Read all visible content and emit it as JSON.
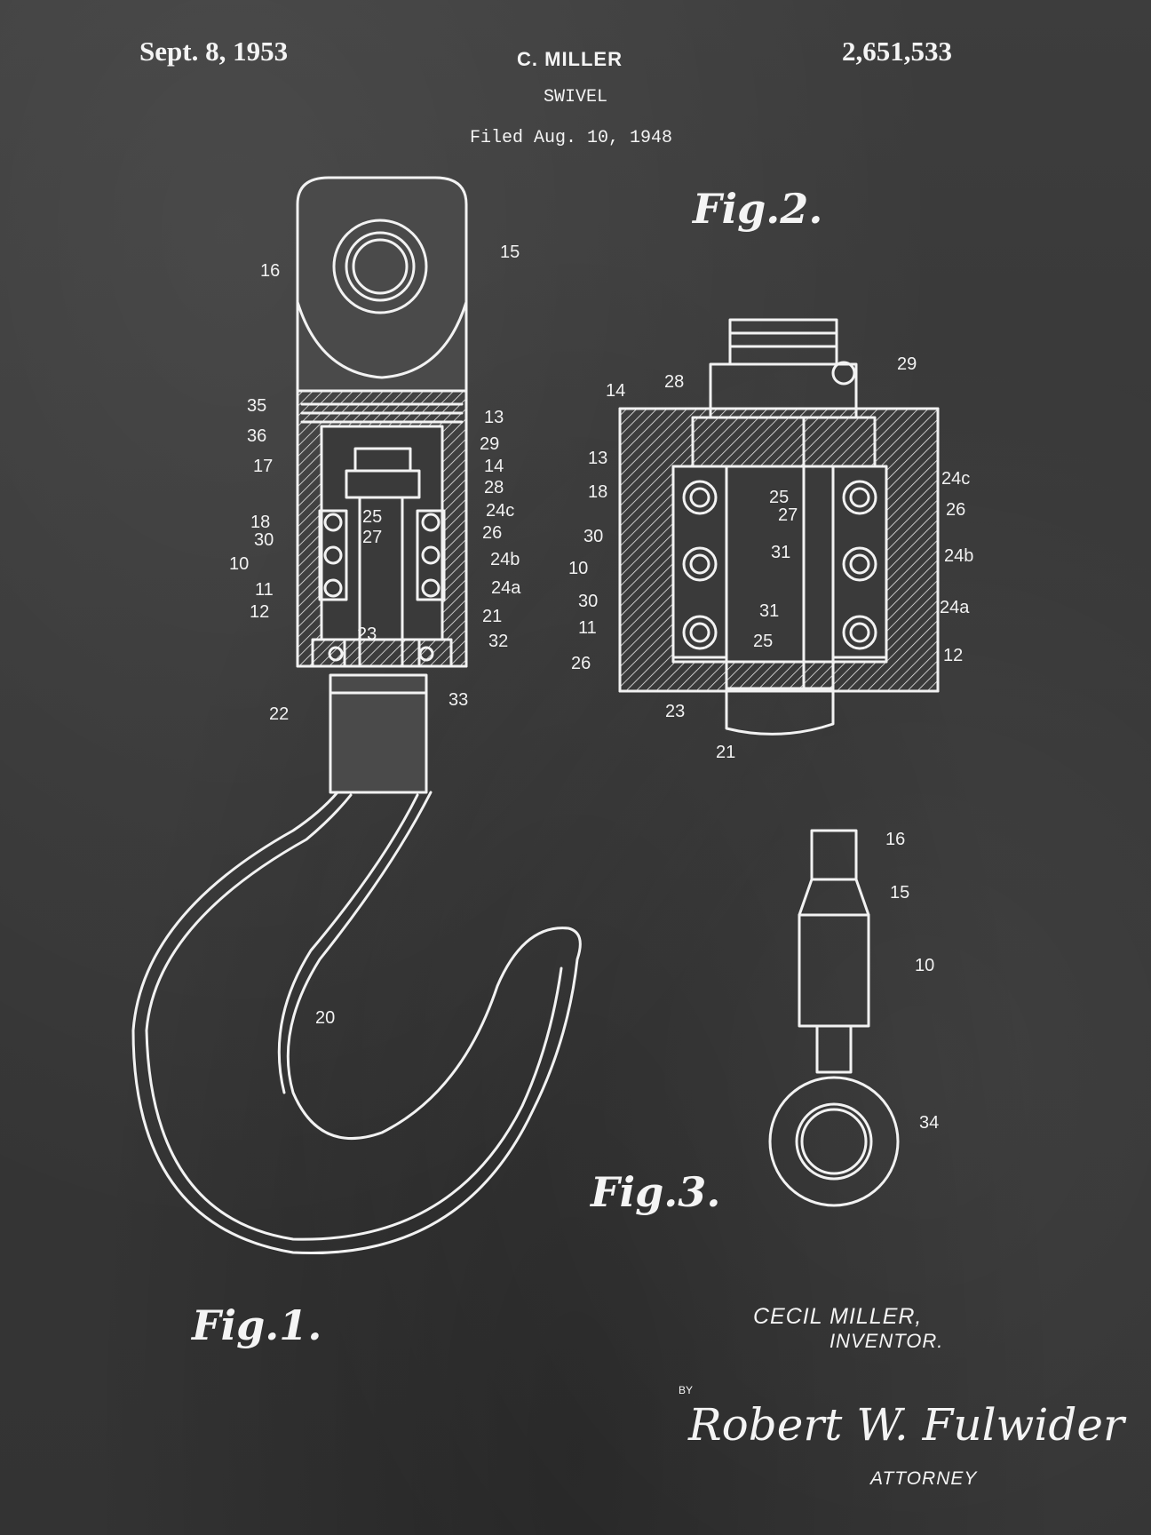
{
  "header": {
    "date": "Sept. 8, 1953",
    "inventor": "C. MILLER",
    "patent_number": "2,651,533",
    "title": "SWIVEL",
    "filed": "Filed Aug. 10, 1948"
  },
  "figures": {
    "fig1": "Fig.1.",
    "fig2": "Fig.2.",
    "fig3": "Fig.3."
  },
  "reference_numerals": {
    "fig1": [
      "16",
      "15",
      "35",
      "13",
      "36",
      "29",
      "17",
      "14",
      "28",
      "18",
      "25",
      "24c",
      "30",
      "27",
      "26",
      "10",
      "24b",
      "11",
      "24a",
      "12",
      "23",
      "21",
      "32",
      "33",
      "22",
      "20"
    ],
    "fig2": [
      "14",
      "28",
      "29",
      "13",
      "18",
      "25",
      "24c",
      "27",
      "26",
      "30",
      "31",
      "10",
      "24b",
      "30",
      "31",
      "11",
      "24a",
      "26",
      "25",
      "12",
      "23",
      "21"
    ],
    "fig3": [
      "16",
      "15",
      "10",
      "34"
    ]
  },
  "footer": {
    "inventor_name": "CECIL MILLER,",
    "inventor_role": "INVENTOR.",
    "by": "BY",
    "signature": "Robert W. Fulwider",
    "attorney": "ATTORNEY"
  },
  "colors": {
    "chalkboard": "#3a3a3a",
    "ink": "#f4f4f4"
  }
}
